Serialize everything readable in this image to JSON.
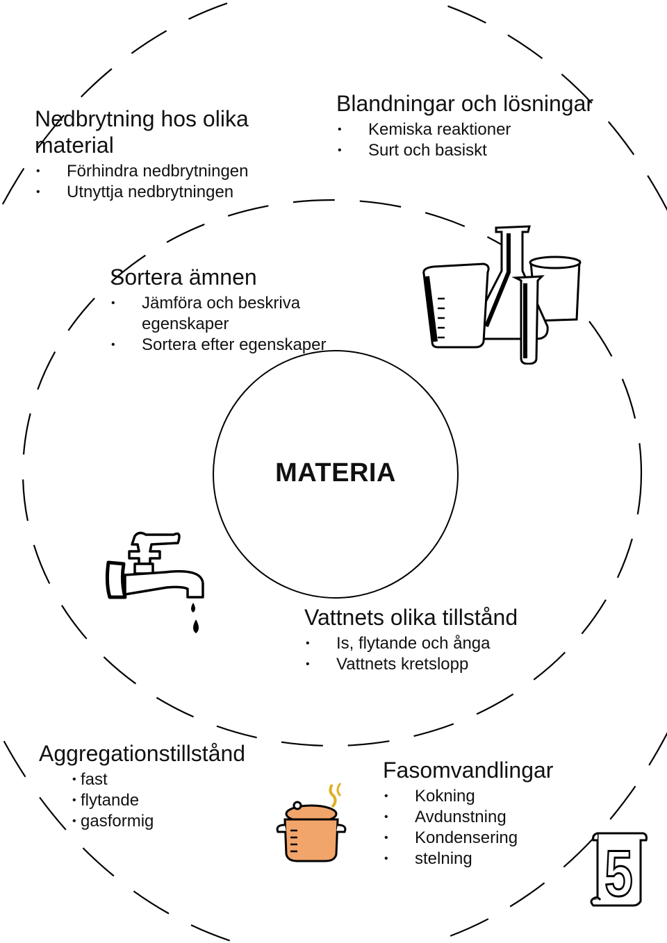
{
  "center": {
    "label": "MATERIA"
  },
  "topics": {
    "decomposition": {
      "heading": "Nedbrytning hos olika material",
      "items": [
        "Förhindra nedbrytningen",
        "Utnyttja nedbrytningen"
      ]
    },
    "mixtures": {
      "heading": "Blandningar och lösningar",
      "items": [
        "Kemiska reaktioner",
        "Surt och basiskt"
      ]
    },
    "sorting": {
      "heading": "Sortera ämnen",
      "items": [
        "Jämföra och beskriva egenskaper",
        "Sortera efter egenskaper"
      ]
    },
    "water_states": {
      "heading": "Vattnets olika tillstånd",
      "items": [
        "Is, flytande och ånga",
        "Vattnets kretslopp"
      ]
    },
    "aggregation": {
      "heading": "Aggregationstillstånd",
      "items": [
        "fast",
        "flytande",
        "gasformig"
      ]
    },
    "phase_changes": {
      "heading": "Fasomvandlingar",
      "items": [
        "Kokning",
        "Avdunstning",
        "Kondensering",
        "stelning"
      ]
    }
  },
  "page_badge": {
    "number": "5"
  },
  "icons": [
    "lab-glassware-icon",
    "water-tap-icon",
    "cooking-pot-icon",
    "page-number-scroll-icon"
  ],
  "colors": {
    "line": "#000000",
    "pot": "#f2a56b",
    "steam": "#e0b020",
    "background": "#ffffff"
  }
}
